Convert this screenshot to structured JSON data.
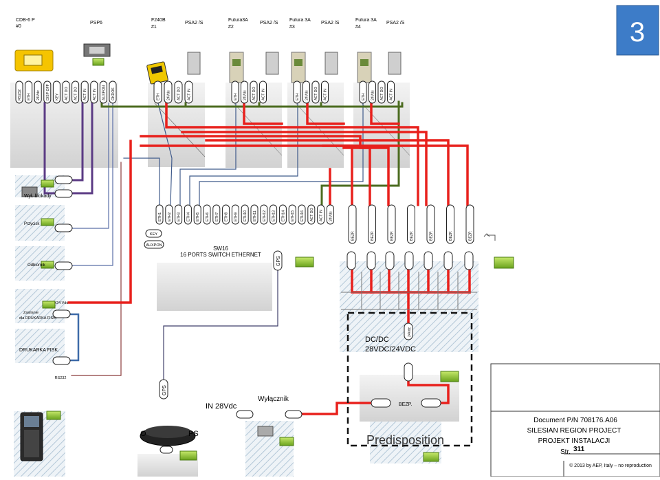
{
  "page_number": "3",
  "devices": {
    "cdb": [
      "CDB-6 P",
      "#0"
    ],
    "psp6": "PSP6",
    "f240b": [
      "F240B",
      "#1"
    ],
    "futura2": [
      "Futura3A",
      "#2"
    ],
    "futura3": [
      "Futura 3A",
      "#3"
    ],
    "futura4": [
      "Futura 3A",
      "#4"
    ],
    "psa": "PSA2 /S"
  },
  "cdb_ports": [
    "RS232",
    "ETH",
    "24Vdc",
    "DISP OFF",
    "KEY",
    "ACT DO",
    "ACT DO",
    "ACT IN",
    "ACT IN",
    "AUXPON",
    "OKDOK"
  ],
  "f240_ports": [
    "ETH",
    "24Vdc",
    "ACT DO",
    "ACT IN"
  ],
  "futura_ports": [
    "ETH",
    "24Vdc",
    "ACT DO",
    "ACT IN"
  ],
  "switch_ports": [
    "ETH1",
    "ETH2",
    "ETH3",
    "ETH4",
    "ETH5",
    "ETH6",
    "ETH7",
    "ETH8",
    "ETH9",
    "ETH10",
    "ETH11",
    "ETH12",
    "ETH13",
    "ETH14",
    "ETH15",
    "ETH16",
    "ACT DO",
    "ACT IN",
    "24Vdc"
  ],
  "bezp": "BEZP.",
  "left_labels": {
    "blokady": "Wył. blokady",
    "przycisk": "Przycisk",
    "odbiornik": "Odbiornik",
    "zasilanie": [
      "Zasilanie",
      "dla DRUKARKA FISK."
    ],
    "drukarka": "DRUKARKA FISK.",
    "v24": "+24 Vdc",
    "rs232": "RS232"
  },
  "key_label": "KEY",
  "auxpon_label": "AUXPON",
  "sw16": [
    "SW16",
    "16 PORTS SWITCH ETHERNET"
  ],
  "gps": "GPS",
  "dcdc": [
    "DC/DC",
    "28VDC/24VDC"
  ],
  "dcdc_port": "24Vdc",
  "in28": "IN 28Vdc",
  "wylacznik": "Wyłącznik",
  "predisposition": "Predisposition",
  "antenna_label": [
    "O",
    "PS"
  ],
  "title_block": [
    "Document P/N 708176.A06",
    "SILESIAN REGION PROJECT",
    "PROJEKT INSTALACJI"
  ],
  "page_prefix": "Str.",
  "page_id": "311",
  "copyright": "© 2013 by AEP, Italy – no reproduction",
  "colors": {
    "power": "#e8201c",
    "signal_green": "#4b6b1f",
    "purple": "#5b3b84",
    "eth_blue": "#3f5a8a",
    "thin_red": "#8a3b3b",
    "badge_blue": "#3d7cc8"
  }
}
